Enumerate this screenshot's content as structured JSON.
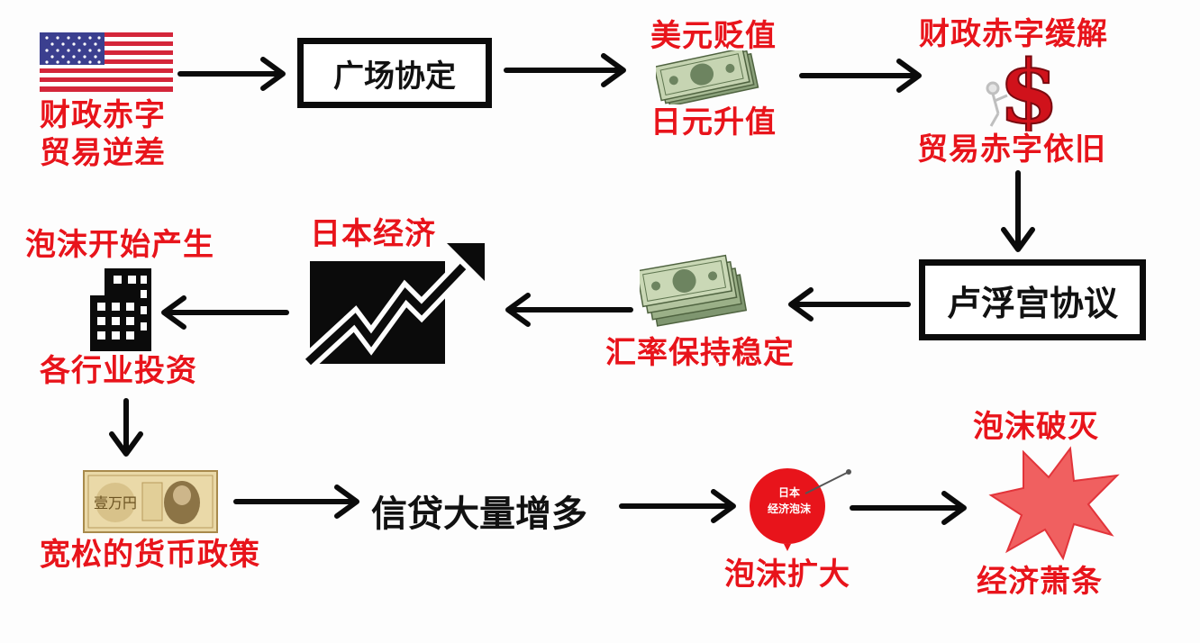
{
  "nodes": {
    "usa_label_1": "财政赤字",
    "usa_label_2": "贸易逆差",
    "plaza_accord": "广场协定",
    "dollar_down": "美元贬值",
    "yen_up": "日元升值",
    "deficit_relief": "财政赤字缓解",
    "trade_deficit_remains": "贸易赤字依旧",
    "louvre_accord": "卢浮宫协议",
    "rate_stable": "汇率保持稳定",
    "japan_economy": "日本经济",
    "bubble_start": "泡沫开始产生",
    "industry_invest": "各行业投资",
    "loose_policy": "宽松的货币政策",
    "credit_growth": "信贷大量增多",
    "balloon_text_1": "日本",
    "balloon_text_2": "经济泡沫",
    "bubble_expand": "泡沫扩大",
    "bubble_burst": "泡沫破灭",
    "recession": "经济萧条"
  },
  "icons": {
    "flag": "us-flag-icon",
    "dollars": "dollar-bills-icon",
    "dollar_sign": "dollar-sign-icon",
    "growth": "growth-chart-icon",
    "building": "building-icon",
    "yen": "yen-banknote-icon",
    "balloon": "balloon-icon",
    "burst": "burst-icon"
  },
  "colors": {
    "label_red": "#e8141b",
    "arrow_black": "#0b0b0b"
  }
}
